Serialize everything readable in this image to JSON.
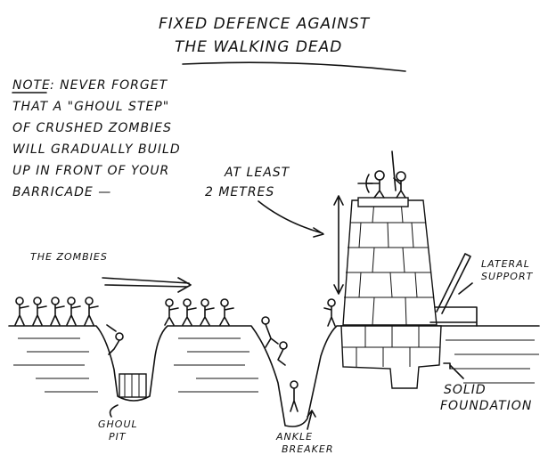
{
  "title": {
    "line1": "FIXED DEFENCE AGAINST",
    "line2": "THE WALKING DEAD"
  },
  "note": {
    "label": "NOTE",
    "lines": [
      ": NEVER FORGET",
      "THAT A \"GHOUL STEP\"",
      "OF CRUSHED ZOMBIES",
      "WILL GRADUALLY BUILD",
      "UP IN FRONT OF YOUR",
      "BARRICADE —"
    ]
  },
  "labels": {
    "height_line1": "AT LEAST",
    "height_line2": "2 METRES",
    "zombies": "THE ZOMBIES",
    "lateral_line1": "LATERAL",
    "lateral_line2": "SUPPORT",
    "foundation_line1": "SOLID",
    "foundation_line2": "FOUNDATION",
    "pit_line1": "GHOUL",
    "pit_line2": "PIT",
    "ankle_line1": "ANKLE",
    "ankle_line2": "BREAKER"
  }
}
